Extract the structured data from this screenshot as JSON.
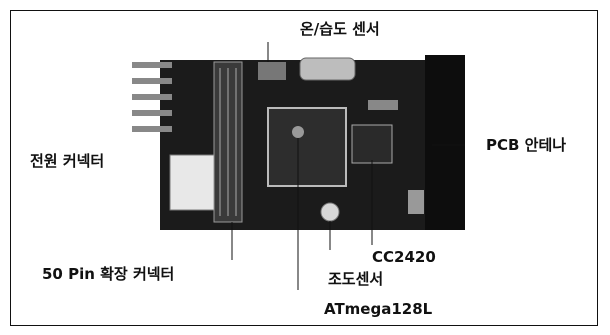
{
  "labels": {
    "sensor_temp_humidity": "온/습도 센서",
    "power_connector": "전원 커넥터",
    "pcb_antenna": "PCB 안테나",
    "cc2420": "CC2420",
    "expansion_connector": "50 Pin 확장 커넥터",
    "light_sensor": "조도센서",
    "mcu": "ATmega128L"
  },
  "colors": {
    "frame": "#111111",
    "board": "#1c1c1c",
    "label_text": "#111111"
  }
}
